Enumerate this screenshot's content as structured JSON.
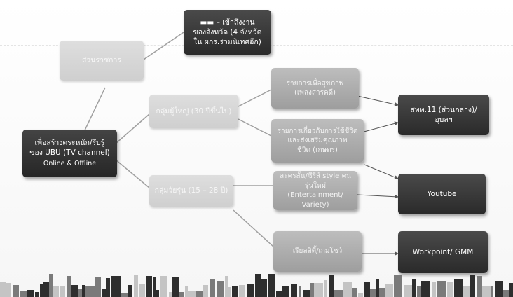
{
  "nodes": {
    "root": {
      "line1": "เพื่อสร้างตระหนัก/รับรู้",
      "line2": "ของ UBU (TV channel)",
      "line3": "Online & Offline"
    },
    "region_office": {
      "text": "ส่วนราชการ"
    },
    "provincial_agencies": {
      "line1": "▬▬ – เข้าถึงงาน",
      "line2": "ของจังหวัด (4 จังหวัด",
      "line3": "ใน ผกร.ร่วมนิเทศอีก)"
    },
    "adult_group": {
      "text": "กลุ่มผู้ใหญ่ (30 ปีขึ้นไป)"
    },
    "youth_group": {
      "text": "กลุ่มวัยรุ่น (15 – 28 ปี)"
    },
    "health_program": {
      "line1": "รายการเพื่อสุขภาพ",
      "line2": "(เพลงสารคดี)"
    },
    "lifestyle_program": {
      "line1": "รายการเกี่ยวกับการใช้ชีวิต",
      "line2": "และส่งเสริมคุณภาพ",
      "line3": "ชีวิต (เกษตร)"
    },
    "variety_program": {
      "line1": "ละครสั้น/ซีรีส์ style คน",
      "line2": "รุ่นใหม่ (Entertainment/",
      "line3": "Variety)"
    },
    "entertainment_program": {
      "text": "เรียลลิตี้/เกมโชว์"
    },
    "channel_regional": {
      "line1": "สทท.11 (ส่วนกลาง)/",
      "line2": "อุบลฯ"
    },
    "channel_youtube": {
      "text": "Youtube"
    },
    "channel_workpoint": {
      "text": "Workpoint/ GMM"
    }
  },
  "colors": {
    "dark": "#333333",
    "mid": "#a8a8a8",
    "light": "#d7d7d7",
    "connector": "#9a9a9a",
    "skyline": "#2e2e2e"
  }
}
